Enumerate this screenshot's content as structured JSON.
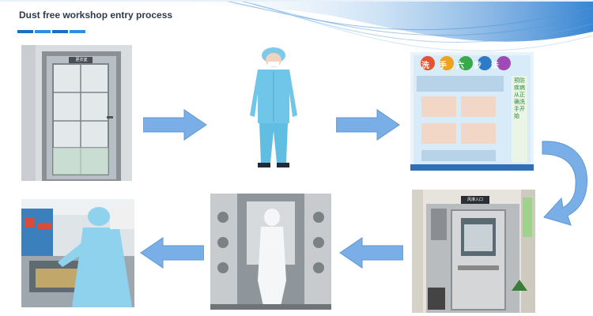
{
  "title": "Dust free workshop entry process",
  "steps": [
    {
      "icon": "door-photo",
      "sign": "更衣室"
    },
    {
      "icon": "cleanroom-suit-photo"
    },
    {
      "icon": "handwashing-poster-photo",
      "poster_title": [
        "洗",
        "手",
        "六",
        "步",
        "法"
      ],
      "poster_side": "预防疾病 从正确洗手开始"
    },
    {
      "icon": "air-shower-door-photo",
      "sign": "风淋入口"
    },
    {
      "icon": "air-shower-tunnel-photo"
    },
    {
      "icon": "worker-at-station-photo"
    }
  ],
  "colors": {
    "accent": "#1a6fc4",
    "arrow": "#7aaee6",
    "suit": "#6fc6e8"
  }
}
